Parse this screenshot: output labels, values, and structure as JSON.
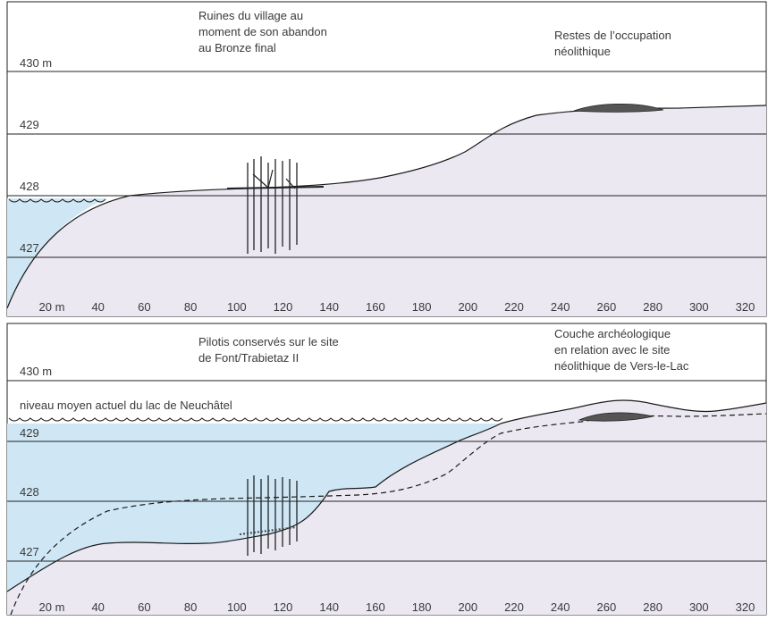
{
  "colors": {
    "water": "#cfe7f5",
    "ground": "#ece8f2",
    "line": "#1a1a1a",
    "sediment": "#505050",
    "gridline": "#222222",
    "text": "#3a3a3a"
  },
  "x_ticks": [
    "20 m",
    "40",
    "60",
    "80",
    "100",
    "120",
    "140",
    "160",
    "180",
    "200",
    "220",
    "240",
    "260",
    "280",
    "300",
    "320"
  ],
  "panels": [
    {
      "y_labels": [
        "430 m",
        "429",
        "428",
        "427"
      ],
      "annotation_left": [
        "Ruines du village au",
        "moment de son abandon",
        "au Bronze final"
      ],
      "annotation_right": [
        "Restes de l’occupation",
        "néolithique"
      ]
    },
    {
      "y_labels": [
        "430 m",
        "429",
        "428",
        "427"
      ],
      "annotation_left": [
        "Pilotis conservés sur le site",
        "de Font/Trabietaz II"
      ],
      "annotation_right": [
        "Couche archéologique",
        "en relation avec le site",
        "néolithique de Vers-le-Lac"
      ],
      "lake_label": "niveau moyen actuel du lac de Neuchâtel"
    }
  ]
}
